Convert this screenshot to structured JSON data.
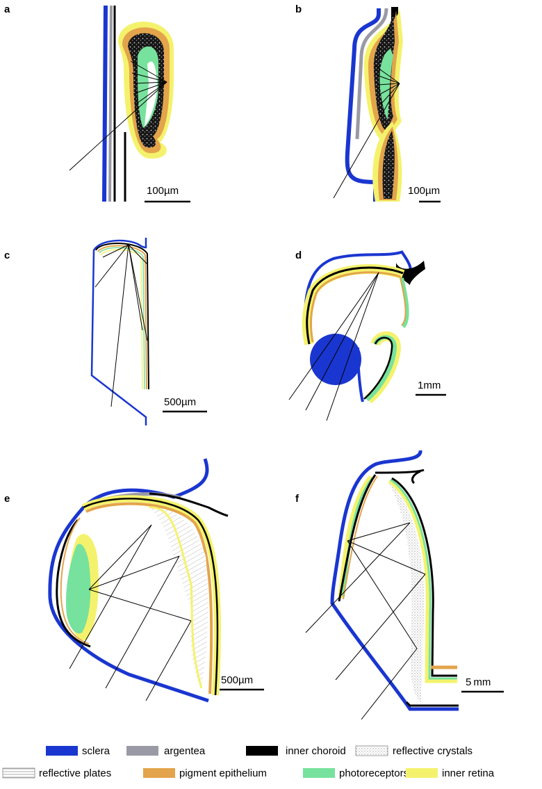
{
  "panels": {
    "a": {
      "label": "a",
      "scale": "100µm"
    },
    "b": {
      "label": "b",
      "scale": "100µm"
    },
    "c": {
      "label": "c",
      "scale": "500µm"
    },
    "d": {
      "label": "d",
      "scale": "1mm"
    },
    "e": {
      "label": "e",
      "scale": "500µm"
    },
    "f": {
      "label": "f",
      "scale": "5 mm"
    }
  },
  "legend": [
    {
      "label": "sclera",
      "color": "#1a36d0",
      "swatch": "solid"
    },
    {
      "label": "argentea",
      "color": "#9a9aa6",
      "swatch": "solid"
    },
    {
      "label": "inner choroid",
      "color": "#000000",
      "swatch": "solid"
    },
    {
      "label": "reflective crystals",
      "color": "#c8c8c8",
      "swatch": "dotted"
    },
    {
      "label": "reflective plates",
      "color": "#ffffff",
      "swatch": "lined"
    },
    {
      "label": "pigment epithelium",
      "color": "#e3a44b",
      "swatch": "solid"
    },
    {
      "label": "photoreceptors",
      "color": "#77e29d",
      "swatch": "solid"
    },
    {
      "label": "inner retina",
      "color": "#f4f26c",
      "swatch": "solid"
    }
  ]
}
